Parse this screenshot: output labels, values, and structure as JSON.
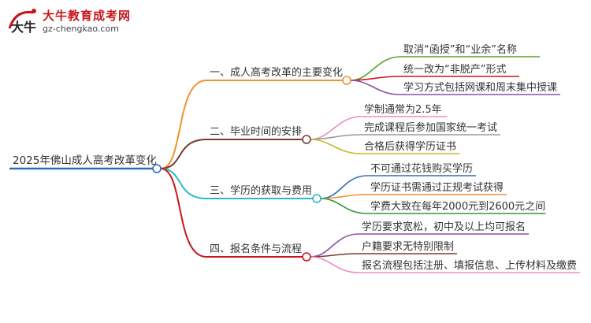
{
  "brand": {
    "name": "大牛教育成考网",
    "url": "gz-chengkao.com",
    "logo_glyph": "大牛"
  },
  "mindmap": {
    "root": "2025年佛山成人高考改革变化",
    "branches": [
      {
        "label": "一、成人高考改革的主要变化",
        "color": "#f2922e",
        "children": [
          {
            "label": "取消“函授”和“业余”名称",
            "color": "#5aa02c"
          },
          {
            "label": "统一改为“非脱产”形式",
            "color": "#c8161d"
          },
          {
            "label": "学习方式包括网课和周末集中授课",
            "color": "#8e4fa5"
          }
        ]
      },
      {
        "label": "二、毕业时间的安排",
        "color": "#7b3b2f",
        "children": [
          {
            "label": "学制通常为2.5年",
            "color": "#f08ac0"
          },
          {
            "label": "完成课程后参加国家统一考试",
            "color": "#9a9a9a"
          },
          {
            "label": "合格后获得学历证书",
            "color": "#c4bb2a"
          }
        ]
      },
      {
        "label": "三、学历的获取与费用",
        "color": "#2bb9c9",
        "children": [
          {
            "label": "不可通过花钱购买学历",
            "color": "#2f6fb6"
          },
          {
            "label": "学历证书需通过正规考试获得",
            "color": "#f2922e"
          },
          {
            "label": "学费大致在每年2000元到2600元之间",
            "color": "#2e9a3c"
          }
        ]
      },
      {
        "label": "四、报名条件与流程",
        "color": "#c8161d",
        "children": [
          {
            "label": "学历要求宽松，初中及以上均可报名",
            "color": "#8e4fa5"
          },
          {
            "label": "户籍要求无特别限制",
            "color": "#7b3b2f"
          },
          {
            "label": "报名流程包括注册、填报信息、上传材料及缴费",
            "color": "#f08ac0"
          }
        ]
      }
    ],
    "root_color": "#2f6fb6"
  }
}
